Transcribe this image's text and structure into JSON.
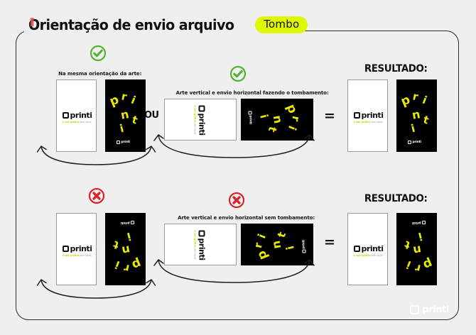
{
  "page": {
    "background_color": "#efefef",
    "frame_border_color": "#2b2b2b",
    "title": "Orientação de envio arquivo",
    "badge_label": "Tombo",
    "badge_color": "#dff800",
    "accent_marker_color": "#e8505b"
  },
  "icons": {
    "check": {
      "name": "check-circle-icon",
      "color": "#55b231"
    },
    "cross": {
      "name": "cross-circle-icon",
      "color": "#d8232a"
    }
  },
  "brand": {
    "logo_word": "printi",
    "tagline_strong": "a sua gráfica",
    "tagline_rest": " sem igual.",
    "art_letters": [
      "p",
      "r",
      "i",
      "n",
      "t",
      "i"
    ],
    "art_color": "#eaea00",
    "watermark_word": "printi"
  },
  "rows": [
    {
      "id": "row-correct",
      "status": "check",
      "result_label": "RESULTADO:",
      "connector_label": "OU",
      "equals_label": "=",
      "groups": [
        {
          "id": "group-same-orientation",
          "caption": "Na mesma orientação da arte:",
          "status": "check",
          "orientation": "portrait",
          "art_rotation_deg": 0
        },
        {
          "id": "group-landscape-with-tombo",
          "caption": "Arte vertical e envio horizontal fazendo o tombamento:",
          "status": "check",
          "orientation": "landscape",
          "art_rotation_deg": 90
        }
      ],
      "result": {
        "id": "result-correct",
        "orientation": "portrait",
        "art_rotation_deg": 0
      }
    },
    {
      "id": "row-wrong",
      "status": "cross",
      "result_label": "RESULTADO:",
      "connector_label": "",
      "equals_label": "=",
      "groups": [
        {
          "id": "group-upside-down",
          "caption": "",
          "status": "cross",
          "orientation": "portrait",
          "art_rotation_deg": 180
        },
        {
          "id": "group-landscape-no-tombo",
          "caption": "Arte vertical e envio horizontal sem tombamento:",
          "status": "cross",
          "orientation": "landscape",
          "art_rotation_deg": -90
        }
      ],
      "result": {
        "id": "result-wrong",
        "orientation": "portrait",
        "art_rotation_deg": 180
      }
    }
  ]
}
